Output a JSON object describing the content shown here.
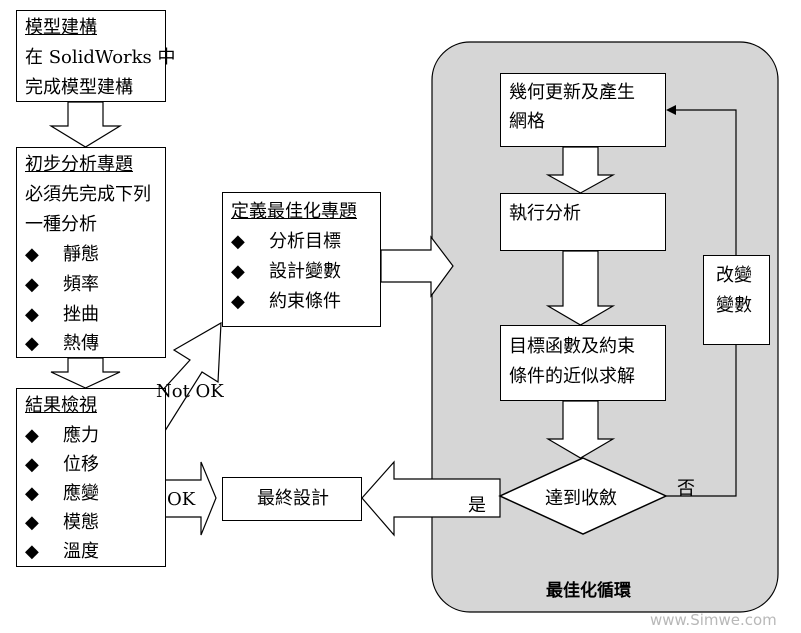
{
  "model_box": {
    "title": "模型建構",
    "lines": [
      "在 SolidWorks 中",
      "完成模型建構"
    ]
  },
  "initial_box": {
    "title": "初步分析專題",
    "lines": [
      "必須先完成下列",
      "一種分析"
    ],
    "items": [
      "靜態",
      "頻率",
      "挫曲",
      "熱傳"
    ]
  },
  "result_box": {
    "title": "結果檢視",
    "items": [
      "應力",
      "位移",
      "應變",
      "模態",
      "溫度"
    ]
  },
  "define_box": {
    "title": "定義最佳化專題",
    "items": [
      "分析目標",
      "設計變數",
      "約束條件"
    ]
  },
  "final_box": {
    "label": "最終設計"
  },
  "loop": {
    "label": "最佳化循環",
    "geom_box": [
      "幾何更新及產生",
      "網格"
    ],
    "exec_box": "執行分析",
    "approx_box": [
      "目標函數及約束",
      "條件的近似求解"
    ],
    "decision": "達到收斂",
    "change_box": [
      "改變",
      "變數"
    ]
  },
  "labels": {
    "not_ok": "Not OK",
    "ok": "OK",
    "yes": "是",
    "no": "否"
  },
  "bullet_symbol": "◆",
  "watermark": "www.Simwe.com"
}
